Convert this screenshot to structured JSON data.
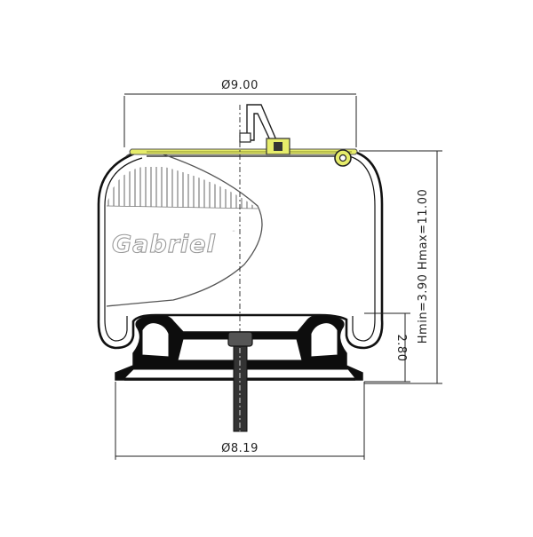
{
  "drawing": {
    "brand": "Gabriel",
    "dimensions": {
      "top_diameter": "Ø9.00",
      "bottom_diameter": "Ø8.19",
      "piston_height": "2.80",
      "height_range": "Hmin=3.90 Hmax=11.00"
    },
    "colors": {
      "outline": "#111111",
      "upper_plate": "#e6ec6a",
      "fill_dark": "#0d0d0d",
      "logo_outline": "#9a9a9a"
    }
  }
}
